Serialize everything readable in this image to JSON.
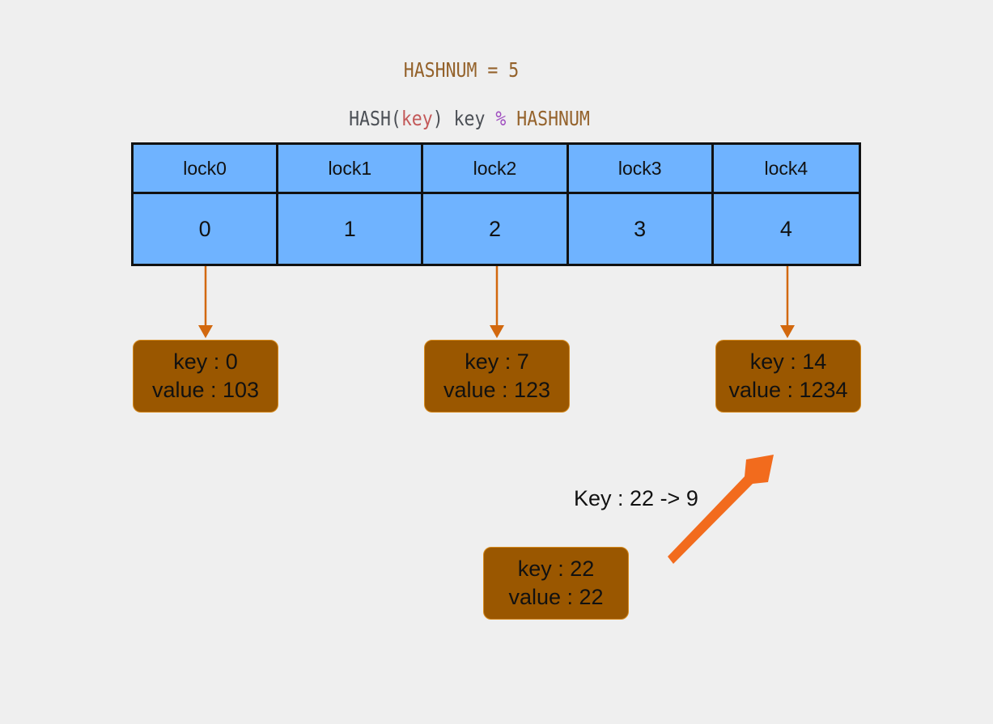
{
  "formulas": {
    "hashnum": "HASHNUM = 5",
    "hash_fn": "HASH",
    "hash_open": "(",
    "hash_param": "key",
    "hash_close": ")",
    "hash_key": " key ",
    "hash_op": "%",
    "hash_const": " HASHNUM"
  },
  "locks": [
    {
      "name": "lock0",
      "index": "0"
    },
    {
      "name": "lock1",
      "index": "1"
    },
    {
      "name": "lock2",
      "index": "2"
    },
    {
      "name": "lock3",
      "index": "3"
    },
    {
      "name": "lock4",
      "index": "4"
    }
  ],
  "entries": [
    {
      "key": "key : 0",
      "value": "value : 103",
      "bucket": 0
    },
    {
      "key": "key : 7",
      "value": "value : 123",
      "bucket": 2
    },
    {
      "key": "key : 14",
      "value": "value : 1234",
      "bucket": 4
    }
  ],
  "new_entry": {
    "key": "key : 22",
    "value": "value : 22"
  },
  "caption": "Key : 22 -> 9",
  "colors": {
    "table": "#6fb3ff",
    "node": "#9a5700",
    "node_border": "#d68a1c",
    "pointer": "#d2680e",
    "highlight_arrow": "#f26b1d"
  }
}
